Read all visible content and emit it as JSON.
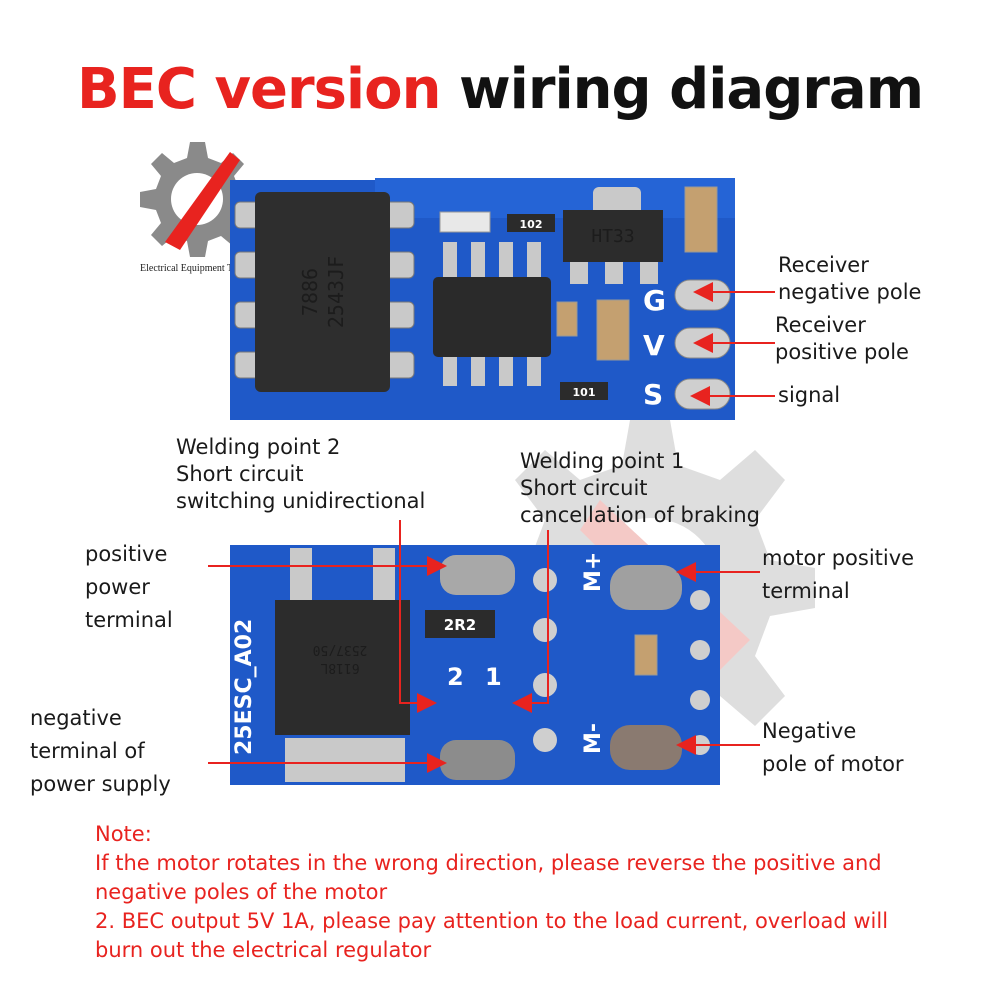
{
  "title": {
    "part1": "BEC version",
    "part2": "wiring diagram"
  },
  "logo": {
    "text": "Electrical Equipment Tool"
  },
  "top_board": {
    "chip_main": [
      "7886",
      "2543JF"
    ],
    "regulator": "HT33",
    "res_a": "102",
    "res_b": "101",
    "pins": [
      "G",
      "V",
      "S"
    ],
    "labels": {
      "receiver_negative": [
        "Receiver",
        "negative pole"
      ],
      "receiver_positive": [
        "Receiver",
        "positive pole"
      ],
      "signal": "signal"
    }
  },
  "bottom_board": {
    "silk_model": "25ESC_A02",
    "chip": [
      "2537/50",
      "6118L"
    ],
    "resistor": "2R2",
    "pad_numbers": [
      "2",
      "1"
    ],
    "motor_plus": "M+",
    "motor_minus": "M-",
    "labels": {
      "welding_point_2": [
        "Welding point 2",
        "Short circuit",
        "switching unidirectional"
      ],
      "welding_point_1": [
        "Welding point 1",
        "Short circuit",
        "cancellation of braking"
      ],
      "positive_power": [
        "positive",
        "power",
        "terminal"
      ],
      "negative_power": [
        "negative",
        "terminal of",
        "power supply"
      ],
      "motor_positive": [
        "motor positive",
        "terminal"
      ],
      "motor_negative": [
        "Negative",
        "pole of motor"
      ]
    }
  },
  "note": {
    "heading": "Note:",
    "line1": "If the motor rotates in the wrong direction, please reverse the positive and",
    "line2": "negative poles of the motor",
    "line3": "2. BEC output 5V 1A, please pay attention to the load current, overload will",
    "line4": "burn out the electrical regulator"
  },
  "colors": {
    "accent_red": "#e8231f",
    "pcb_blue": "#1f59c8",
    "text_dark": "#1a1a1a"
  }
}
